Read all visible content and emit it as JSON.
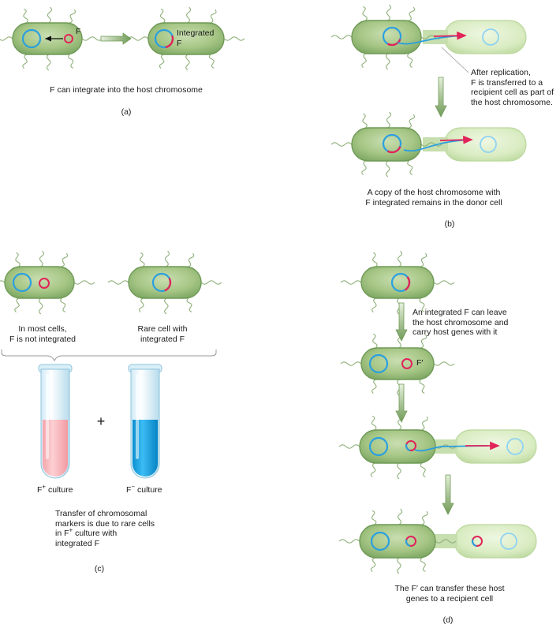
{
  "panel_a": {
    "label": "(a)",
    "f_label": "F",
    "integrated_label": "Integrated\nF",
    "caption": "F can integrate into the host chromosome"
  },
  "panel_b": {
    "label": "(b)",
    "note": "After replication,\nF is transferred to a\nrecipient cell as part of\nthe host chromosome.",
    "caption": "A copy of the host chromosome with\nF integrated remains in the donor cell"
  },
  "panel_c": {
    "label": "(c)",
    "left_cell_caption": "In most cells,\nF is not integrated",
    "right_cell_caption": "Rare cell with\nintegrated F",
    "plus": "+",
    "tube_left": {
      "prefix": "F",
      "sup": "+",
      "suffix": " culture"
    },
    "tube_right": {
      "prefix": "F",
      "sup": "−",
      "suffix": " culture"
    },
    "caption_line1": "Transfer of chromosomal\nmarkers is due to rare cells",
    "caption_line2_prefix": "in F",
    "caption_line2_sup": "+",
    "caption_line2_suffix": " culture with",
    "caption_line3": "integrated F"
  },
  "panel_d": {
    "label": "(d)",
    "note": "An integrated F can leave\nthe host chromosome and\ncarry host genes with it",
    "f_prime_label": "F′",
    "caption": "The F′ can transfer these host\ngenes to a recipient cell"
  },
  "colors": {
    "cell_green": "#a9c88a",
    "cell_dark": "#6f9a56",
    "recipient_green": "#dbeec3",
    "chromosome_blue": "#2a9fe0",
    "plasmid_red": "#e0245a",
    "tube_pink": "#f8b8bd",
    "tube_blue": "#0aa2e6",
    "arrow_green": "#79a75f"
  }
}
